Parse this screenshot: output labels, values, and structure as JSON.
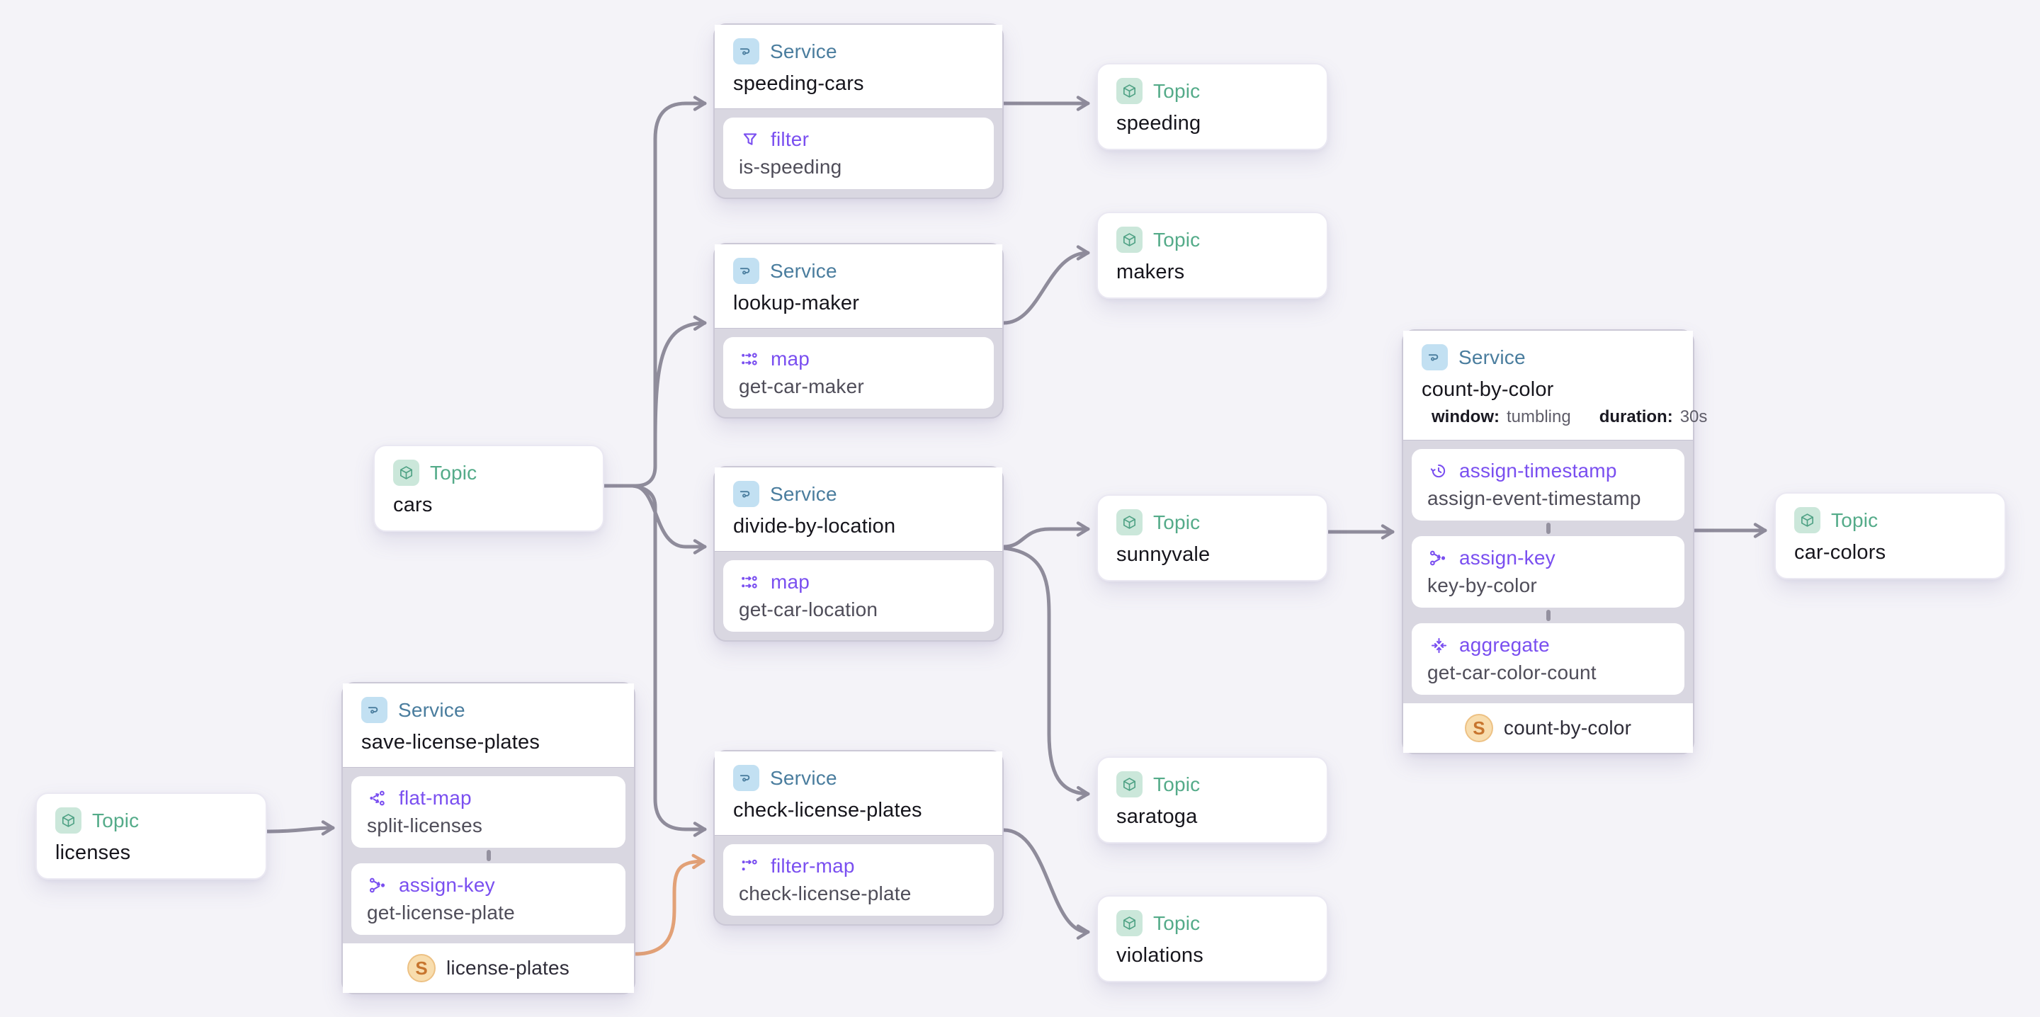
{
  "canvas": {
    "background_color": "#f4f3f8",
    "edge_color": "#8f8c9b",
    "highlight_edge_color": "#e2a177",
    "service_accent_color": "#4a7d9e",
    "topic_accent_color": "#54ab89",
    "operation_accent_color": "#7a4ff0",
    "store_accent_color": "#c7752e"
  },
  "labels": {
    "service": "Service",
    "topic": "Topic",
    "store_letter": "S",
    "window_key": "window:",
    "duration_key": "duration:"
  },
  "icons": {
    "service": "route-icon",
    "topic": "cube-icon",
    "filter": "funnel-icon",
    "map": "dots-arrows-icon",
    "flat_map": "dot-split-arrows-icon",
    "assign_key": "circles-to-dot-icon",
    "aggregate": "arrows-converge-icon",
    "assign_timestamp": "clock-rotate-icon",
    "filter_map": "dots-arrow-circle-icon",
    "state_store": "s-circle-icon"
  },
  "topics": {
    "cars": {
      "name": "cars"
    },
    "speeding": {
      "name": "speeding"
    },
    "makers": {
      "name": "makers"
    },
    "sunnyvale": {
      "name": "sunnyvale"
    },
    "saratoga": {
      "name": "saratoga"
    },
    "violations": {
      "name": "violations"
    },
    "licenses": {
      "name": "licenses"
    },
    "car_colors": {
      "name": "car-colors"
    }
  },
  "services": {
    "speeding_cars": {
      "name": "speeding-cars",
      "ops": [
        {
          "type": "filter",
          "name": "is-speeding"
        }
      ]
    },
    "lookup_maker": {
      "name": "lookup-maker",
      "ops": [
        {
          "type": "map",
          "name": "get-car-maker"
        }
      ]
    },
    "divide_by_location": {
      "name": "divide-by-location",
      "ops": [
        {
          "type": "map",
          "name": "get-car-location"
        }
      ]
    },
    "check_license_plates": {
      "name": "check-license-plates",
      "ops": [
        {
          "type": "filter-map",
          "name": "check-license-plate"
        }
      ]
    },
    "save_license_plates": {
      "name": "save-license-plates",
      "ops": [
        {
          "type": "flat-map",
          "name": "split-licenses"
        },
        {
          "type": "assign-key",
          "name": "get-license-plate"
        }
      ],
      "store": "license-plates"
    },
    "count_by_color": {
      "name": "count-by-color",
      "window": "tumbling",
      "duration": "30s",
      "ops": [
        {
          "type": "assign-timestamp",
          "name": "assign-event-timestamp"
        },
        {
          "type": "assign-key",
          "name": "key-by-color"
        },
        {
          "type": "aggregate",
          "name": "get-car-color-count"
        }
      ],
      "store": "count-by-color"
    }
  }
}
